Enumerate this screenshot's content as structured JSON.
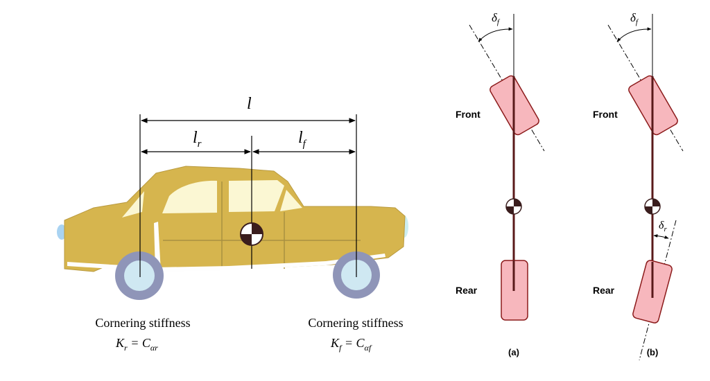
{
  "car_view": {
    "dims": {
      "wheelbase": "l",
      "rear_length": "l",
      "rear_length_sub": "r",
      "front_length": "l",
      "front_length_sub": "f"
    },
    "rear_caption": {
      "title": "Cornering stiffness",
      "K": "K",
      "K_sub": "r",
      "eq": " = C",
      "C_sub": "αr"
    },
    "front_caption": {
      "title": "Cornering stiffness",
      "K": "K",
      "K_sub": "f",
      "eq": " = C",
      "C_sub": "αf"
    },
    "colors": {
      "body": "#d6b54e",
      "body_dark": "#a89040",
      "window": "#fbf7d3",
      "tire": "#8f95b8",
      "hub": "#cfe8f2",
      "light": "#a9d3f2",
      "cg_dark": "#3a1d1d"
    }
  },
  "bicycle_a": {
    "front_label": "Front",
    "rear_label": "Rear",
    "caption": "(a)",
    "delta": "δ",
    "delta_sub": "f"
  },
  "bicycle_b": {
    "front_label": "Front",
    "rear_label": "Rear",
    "caption": "(b)",
    "delta_f": "δ",
    "delta_f_sub": "f",
    "delta_r": "δ",
    "delta_r_sub": "r"
  },
  "model_colors": {
    "wheel_fill": "#f7b7bd",
    "wheel_stroke": "#8b1a1a",
    "frame": "#5a1a1a"
  }
}
